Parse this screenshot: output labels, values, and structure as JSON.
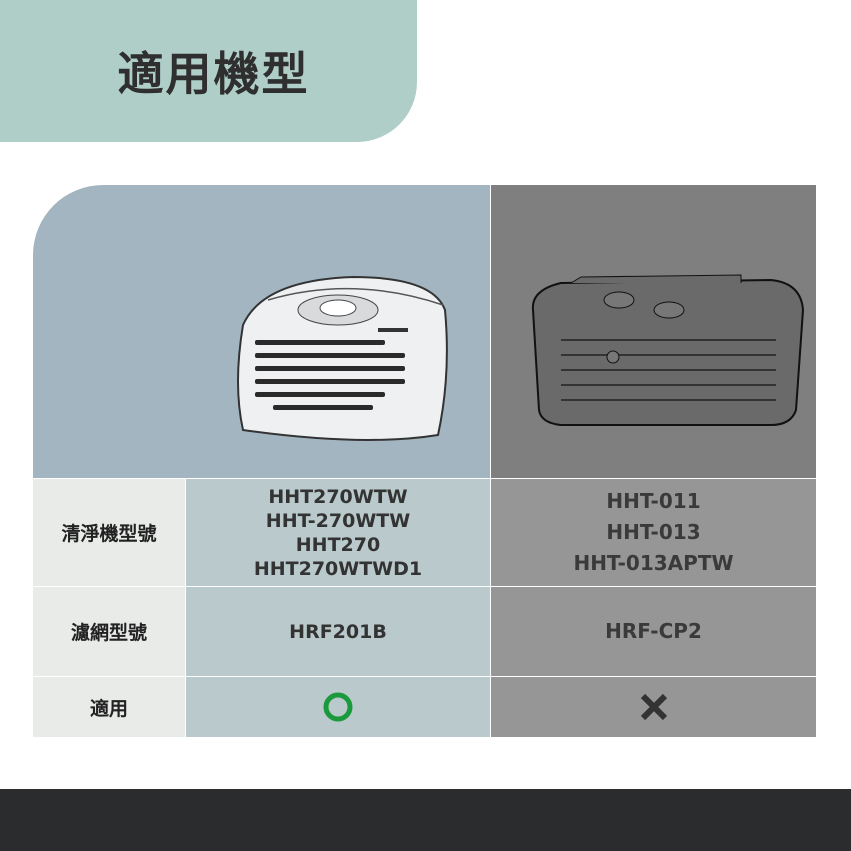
{
  "title": "適用機型",
  "rows": {
    "purifier": {
      "label": "清淨機型號",
      "compatible": [
        "HHT270WTW",
        "HHT-270WTW",
        "HHT270",
        "HHT270WTWD1"
      ],
      "incompatible": [
        "HHT-011",
        "HHT-013",
        "HHT-013APTW"
      ]
    },
    "filter": {
      "label": "濾網型號",
      "compatible": "HRF201B",
      "incompatible": "HRF-CP2"
    },
    "applicable": {
      "label": "適用",
      "compatible_mark": "circle-icon",
      "incompatible_mark": "x-icon"
    }
  },
  "colors": {
    "header": "#b0cec8",
    "ok": "#1a9a3c",
    "no": "#333333"
  }
}
